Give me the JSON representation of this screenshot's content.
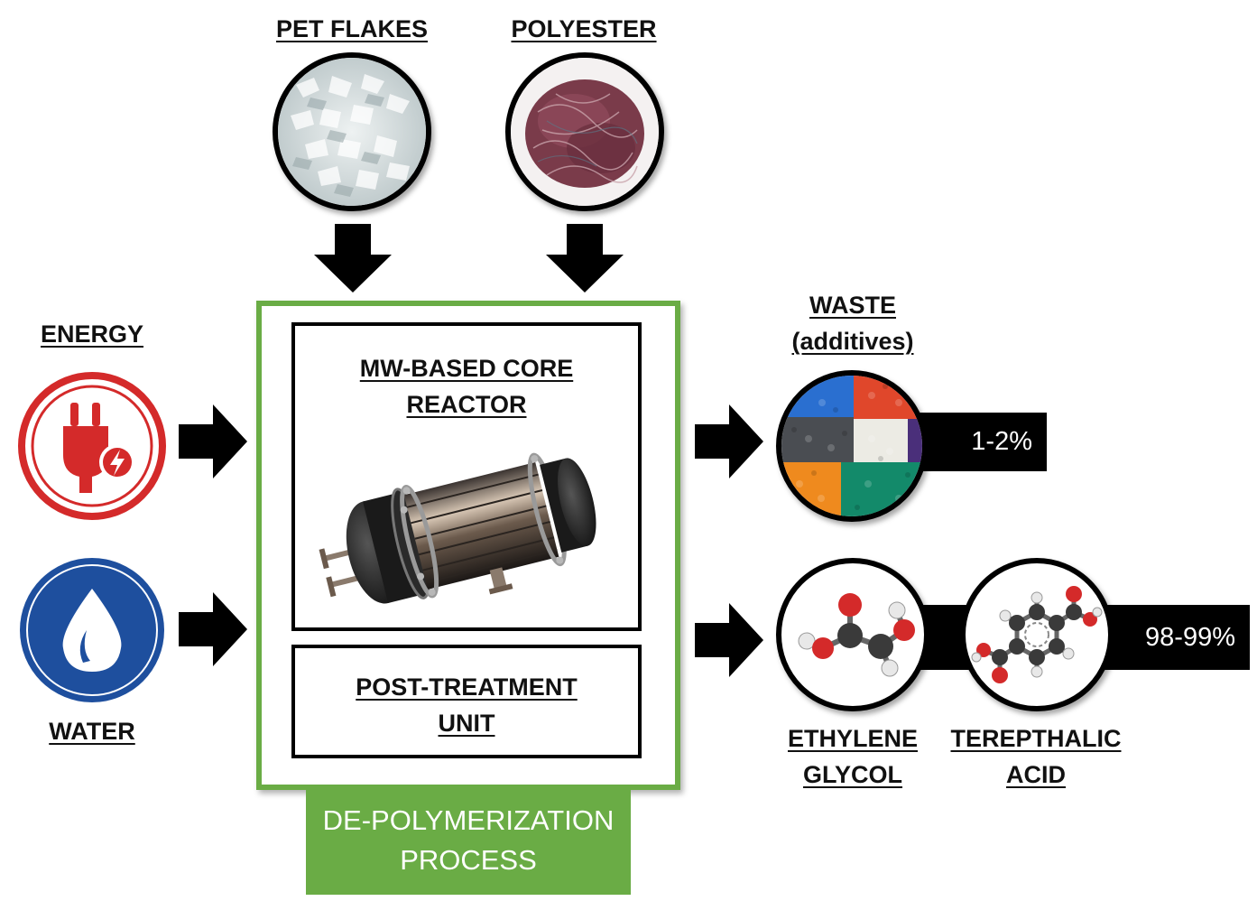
{
  "inputs": {
    "pet_flakes_label": "PET FLAKES",
    "polyester_label": "POLYESTER",
    "energy_label": "ENERGY",
    "water_label": "WATER"
  },
  "process": {
    "core_reactor_label_line1": "MW-BASED CORE",
    "core_reactor_label_line2": "REACTOR",
    "post_treatment_label_line1": "POST-TREATMENT",
    "post_treatment_label_line2": "UNIT",
    "process_label_line1": "DE-POLYMERIZATION",
    "process_label_line2": "PROCESS"
  },
  "outputs": {
    "waste_label_line1": "WASTE",
    "waste_label_line2": "(additives)",
    "waste_percent": "1-2%",
    "products_percent": "98-99%",
    "ethylene_glycol_line1": "ETHYLENE",
    "ethylene_glycol_line2": "GLYCOL",
    "terephthalic_line1": "TEREPTHALIC",
    "terephthalic_line2": "ACID"
  },
  "colors": {
    "process_green": "#6aac45",
    "energy_red": "#d42a2a",
    "water_blue": "#1e4f9e",
    "arrow": "#000000"
  },
  "icons": {
    "energy": "plug-lightning-icon",
    "water": "water-drop-icon",
    "arrow": "arrow-icon"
  }
}
